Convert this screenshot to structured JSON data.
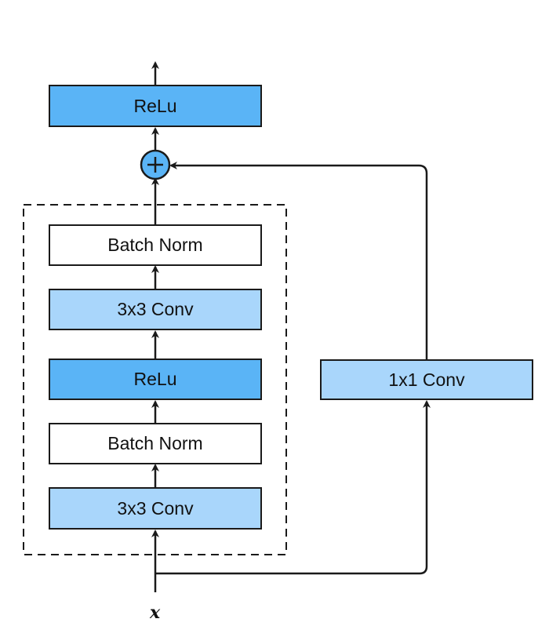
{
  "diagram": {
    "blocks": {
      "top_relu": "ReLu",
      "batch_norm_upper": "Batch Norm",
      "conv_upper": "3x3 Conv",
      "relu_middle": "ReLu",
      "batch_norm_lower": "Batch Norm",
      "conv_lower": "3x3 Conv",
      "shortcut_conv": "1x1 Conv"
    },
    "input_label": "x",
    "add_symbol": "+"
  },
  "colors": {
    "dark_blue": "#5ab4f6",
    "light_blue": "#a9d6fb",
    "stroke": "#1a1a1a"
  }
}
